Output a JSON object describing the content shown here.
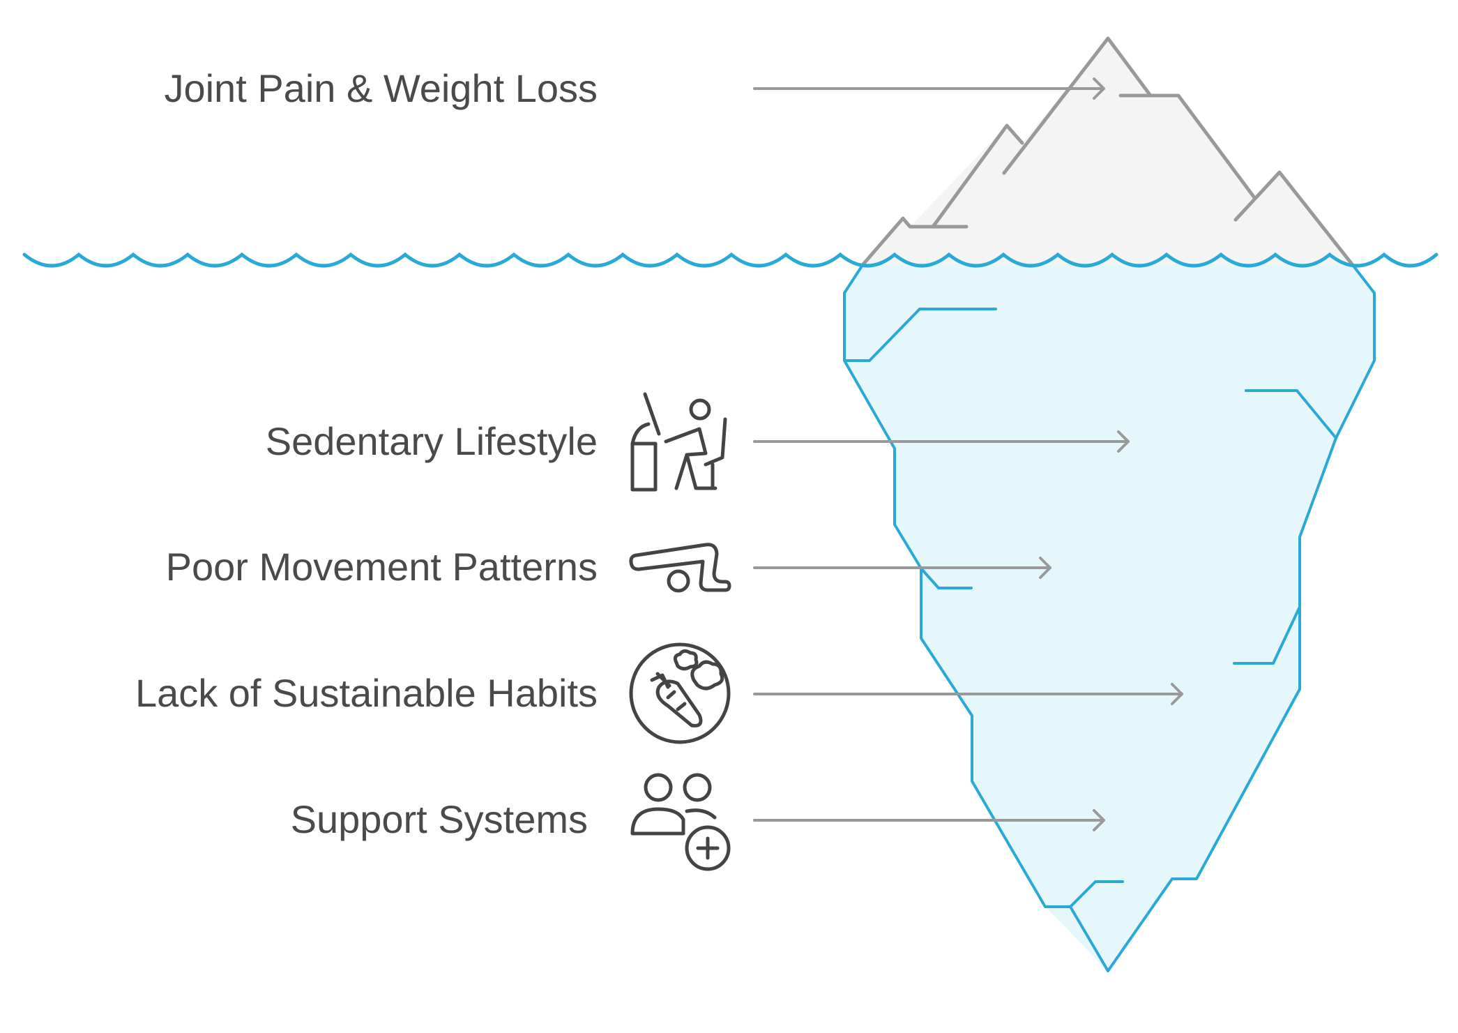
{
  "diagram": {
    "type": "iceberg",
    "colors": {
      "water_line": "#2aa8d6",
      "iceberg_top_fill": "#f4f4f4",
      "iceberg_top_stroke": "#999999",
      "iceberg_bottom_fill": "#e6f7fc",
      "iceberg_bottom_stroke": "#2aa8d6",
      "arrow": "#999999",
      "icon_stroke": "#444444",
      "text": "#4a4a4a"
    },
    "above_water": {
      "label": "Joint Pain & Weight Loss"
    },
    "below_water": [
      {
        "label": "Sedentary Lifestyle",
        "icon": "person-at-desk-icon"
      },
      {
        "label": "Poor Movement Patterns",
        "icon": "person-stretching-icon"
      },
      {
        "label": "Lack of Sustainable Habits",
        "icon": "healthy-food-icon"
      },
      {
        "label": "Support Systems",
        "icon": "group-add-icon"
      }
    ]
  }
}
